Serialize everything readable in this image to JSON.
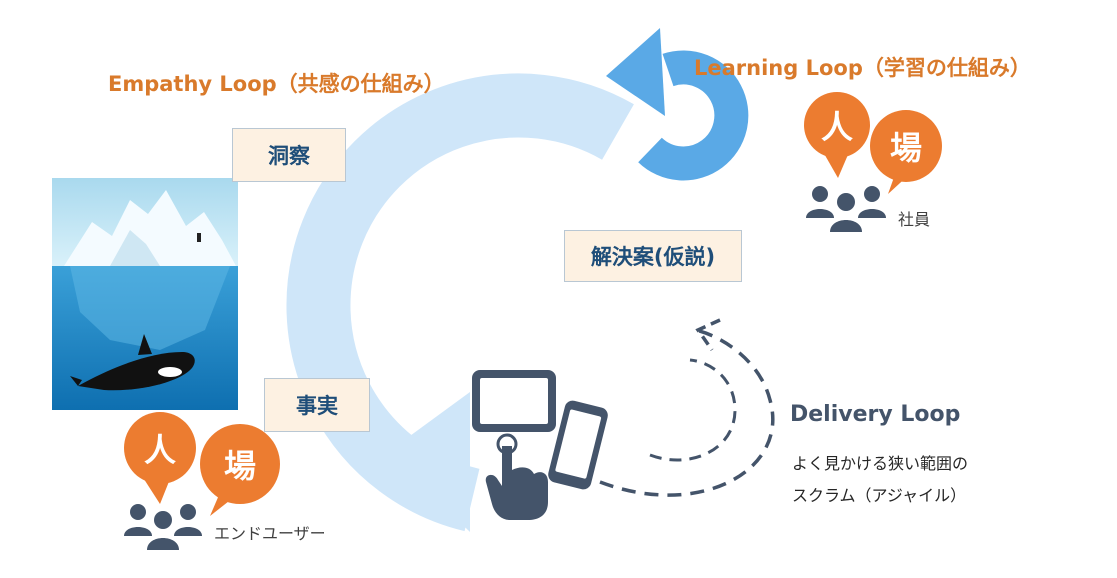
{
  "loops": {
    "empathy_title": "Empathy Loop（共感の仕組み）",
    "learning_title": "Learning Loop（学習の仕組み）",
    "delivery_title": "Delivery Loop",
    "delivery_desc_line1": "よく見かける狭い範囲の",
    "delivery_desc_line2": "スクラム（アジャイル）"
  },
  "boxes": {
    "insight": "洞察",
    "solution": "解決案(仮説)",
    "fact": "事実"
  },
  "badges": {
    "person": "人",
    "place": "場"
  },
  "groups": {
    "employees": "社員",
    "end_users": "エンドユーザー"
  },
  "colors": {
    "orange": "#ec7c30",
    "title_orange": "#d97a2b",
    "loop_light_blue": "#cfe6f9",
    "learning_arrow_blue": "#5aa9e6",
    "navy": "#44546a",
    "box_text": "#1f4e79"
  },
  "icons": {
    "people": "people-group-icon",
    "tablet": "tablet-icon",
    "smartphone": "smartphone-icon",
    "hand": "tap-hand-icon",
    "iceberg": "iceberg-orca-illustration"
  }
}
